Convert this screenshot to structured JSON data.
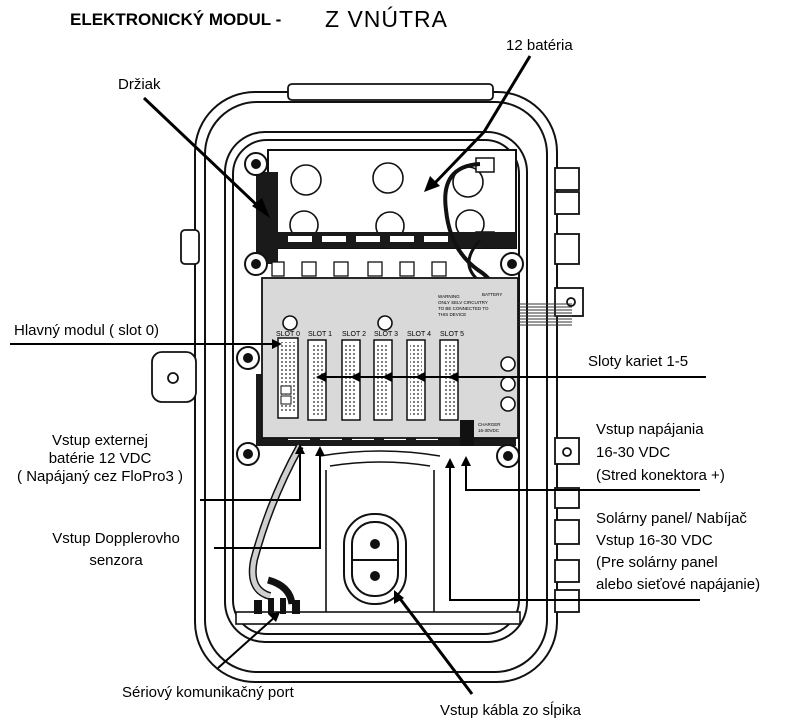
{
  "title": {
    "main": "ELEKTRONICKÝ MODUL -",
    "sub": "Z VNÚTRA"
  },
  "labels": {
    "drziak": "Držiak",
    "bateria": "12 batéria",
    "hlavny_modul": "Hlavný modul ( slot 0)",
    "sloty": "Sloty kariet 1-5",
    "ext_bat_1": "Vstup externej",
    "ext_bat_2": "batérie 12 VDC",
    "ext_bat_3": "( Napájaný cez FloPro3 )",
    "napajanie_1": "Vstup napájania",
    "napajanie_2": "16-30 VDC",
    "napajanie_3": "(Stred konektora +)",
    "doppler_1": "Vstup Dopplerovho",
    "doppler_2": "senzora",
    "solar_1": "Solárny panel/ Nabíjač",
    "solar_2": "Vstup 16-30 VDC",
    "solar_3": "(Pre solárny panel",
    "solar_4": "alebo sieťové napájanie)",
    "seriovy": "Sériový komunikačný port",
    "kabel": "Vstup kábla zo sĺpika"
  },
  "board": {
    "slots": [
      "SLOT 0",
      "SLOT 1",
      "SLOT 2",
      "SLOT 3",
      "SLOT 4",
      "SLOT 5"
    ],
    "warning_1": "WARNING",
    "warning_2": "ONLY SELV CIRCUITRY",
    "warning_3": "TO BE CONNECTED TO",
    "warning_4": "THIS DEVICE",
    "battery": "BATTERY",
    "charger": "CHARGER",
    "charger_v": "16-30VDC"
  }
}
